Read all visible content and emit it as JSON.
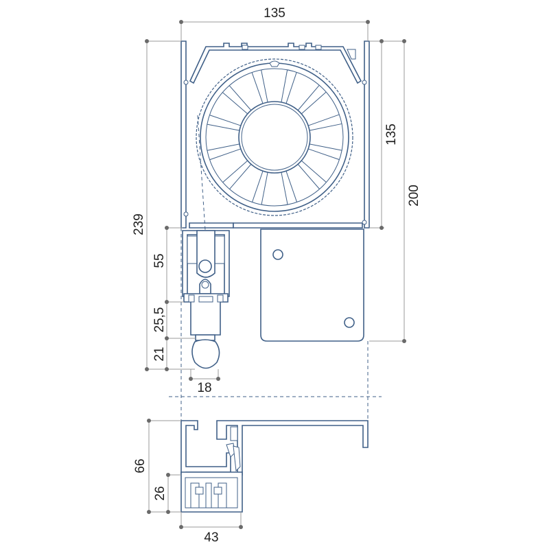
{
  "dimensions": {
    "box_width": "135",
    "box_height_right": "135",
    "guide_height": "200",
    "total_height": "239",
    "slat_height": "55",
    "end_slat_height": "25,5",
    "seal_height": "21",
    "slat_width": "18",
    "sill_height": "66",
    "sill_base_height": "26",
    "sill_width": "43"
  },
  "colors": {
    "profile_stroke": "#3f5f87",
    "dimension_line": "#9a9a9a",
    "dimension_dot": "#6a6a6a",
    "text": "#1f1f1f"
  }
}
